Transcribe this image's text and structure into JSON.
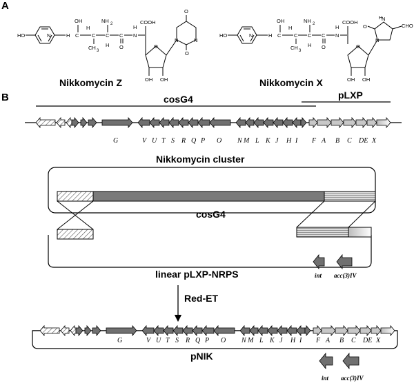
{
  "panel_a": {
    "label": "A",
    "compound_left": "Nikkomycin Z",
    "compound_right": "Nikkomycin X",
    "atoms": {
      "ho": "HO",
      "oh": "OH",
      "nh2": "NH",
      "sub2": "2",
      "ch3": "CH",
      "sub3": "3",
      "c": "C",
      "h": "H",
      "n": "N",
      "o": "O",
      "cooh": "COOH",
      "cho": "CHO"
    }
  },
  "panel_b": {
    "label": "B",
    "cosg4_label": "cosG4",
    "plxp_label": "pLXP",
    "cluster_label": "Nikkomycin cluster",
    "cosg4_bar_label": "cosG4",
    "linear_label": "linear pLXP-NRPS",
    "redet_label": "Red-ET",
    "pnik_label": "pNIK",
    "int_label": "int",
    "acc_label": "acc(3)IV",
    "gene_labels": [
      "G",
      "V",
      "U",
      "T",
      "S",
      "R",
      "Q",
      "P",
      "O",
      "N",
      "M",
      "L",
      "K",
      "J",
      "H",
      "I",
      "F",
      "A",
      "B",
      "C",
      "DE",
      "X"
    ]
  },
  "colors": {
    "dark_gene": "#707070",
    "light_gene": "#c8c8c8",
    "cluster_bar": "#7a7a7a",
    "line": "#000000"
  }
}
